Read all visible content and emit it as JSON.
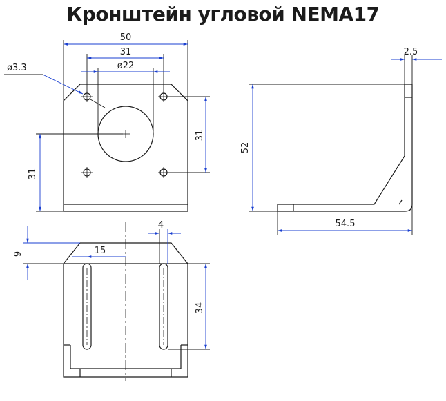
{
  "title": "Кронштейн угловой NEMA17",
  "colors": {
    "outline": "#1b1b1b",
    "dimension": "#1a3fd0"
  },
  "top_view": {
    "dim_width": "50",
    "dim_hole_spacing": "31",
    "dim_boss_diameter": "ø22",
    "dim_hole_diameter": "ø3.3",
    "dim_hole_spacing_vertical": "31",
    "dim_hole_offset_vertical": "31"
  },
  "side_view": {
    "dim_thickness": "2.5",
    "dim_height": "52",
    "dim_length": "54.5"
  },
  "front_view": {
    "dim_slot_width": "4",
    "dim_slot_offset": "15",
    "dim_top_chamfer": "9",
    "dim_slot_length": "34"
  }
}
